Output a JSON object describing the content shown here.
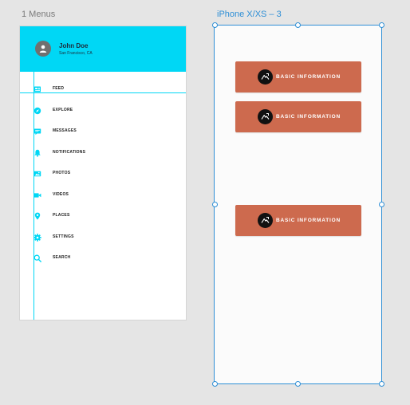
{
  "artboards": {
    "menus_label": "1 Menus",
    "iphone_label": "iPhone X/XS – 3"
  },
  "menu": {
    "user_name": "John Doe",
    "user_location": "San Francisco, CA",
    "items": [
      {
        "label": "FEED",
        "icon": "feed-icon"
      },
      {
        "label": "EXPLORE",
        "icon": "compass-icon"
      },
      {
        "label": "MESSAGES",
        "icon": "message-icon"
      },
      {
        "label": "NOTIFICATIONS",
        "icon": "bell-icon"
      },
      {
        "label": "PHOTOS",
        "icon": "photo-icon"
      },
      {
        "label": "VIDEOS",
        "icon": "video-icon"
      },
      {
        "label": "PLACES",
        "icon": "pin-icon"
      },
      {
        "label": "SETTINGS",
        "icon": "gear-icon"
      },
      {
        "label": "SEARCH",
        "icon": "search-icon"
      }
    ]
  },
  "iphone": {
    "buttons": [
      {
        "label": "BASIC INFORMATION",
        "icon": "mountain-icon"
      },
      {
        "label": "BASIC INFORMATION",
        "icon": "mountain-icon"
      },
      {
        "label": "BASIC INFORMATION",
        "icon": "mountain-icon"
      }
    ]
  },
  "colors": {
    "accent": "#00d7f5",
    "button": "#cd6a4e",
    "selection": "#2f8fd6"
  }
}
